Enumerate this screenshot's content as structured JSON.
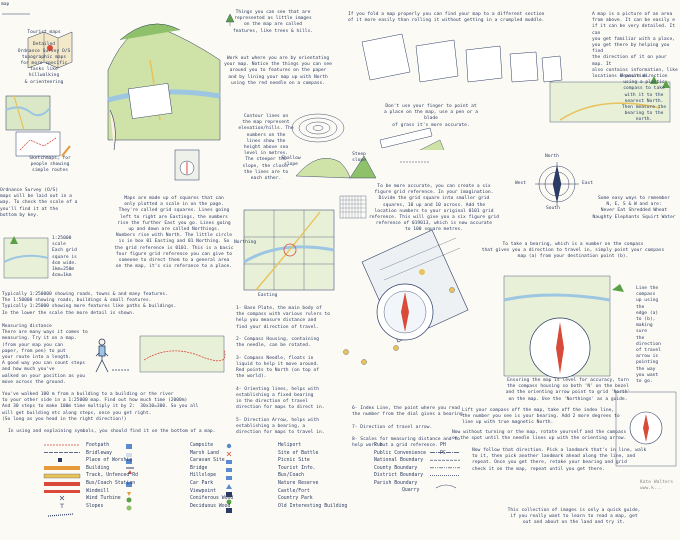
{
  "title_fragment": "map",
  "blocks": {
    "types": "Tourist maps\n\nDetailed\nOrdnance Survey O/S\ntopographic maps\nfor more specific\ntasks like\nhillwalking\n& orienteering",
    "sketch_maps": "Sketchmaps, for\npeople showing\nsimple routes",
    "os_intro": "Ordnance Survey (O/S)\nmaps will be laid out in a\nway. To check the scale of a\nyou'll find it at the\nbottom by key.",
    "scales": "1:25000\nscale\nEach grid\nsquare is\n4cm wide.\n1km=250m\n4cm=1km",
    "typical_scales": "Typically 1:250000 showing roads, towns & and many features.\nThe 1:50000 showing roads, buildings & small features.\nTypically 1:25000 showing more features like paths & buildings.\nIn the lower the scale the more detail is shown.",
    "measuring": "Measuring distance\nThere are many ways it comes to\nmeasuring. Try it on a map.\n(from your map you can\npaper, from pen) to put\nyour route into a length.\nA good way you can count steps\nand how much you've\nwalked on your position as you\nmove across the ground.",
    "pacing": "You've walked 100 m from a building to a building or the river\nto your other side in a 1:25000 map. Find out how much time (2000m)\nAnd 30 steps to make 100m time multiply it by 2:  30x10=300. So you all\nwill get building etc along steps, once you get right.\n(So long as you head in the right direction!)",
    "symbols_intro": "In using and explaining symbols, you should find it on the bottom of a map.",
    "pictures": "Things you can see that are\nrepresented as little images\non the map are called\nfeatures, like trees & hills.",
    "orient": "Work out where you are by orientating\nyour map. Notice the things you can see\naround you to features on the paper\nand by lining your map up with North\nusing the red needle on a compass.",
    "contours": "Contour lines on\nthe map represent\nelevation/hills. The\nnumbers on the\nlines show the\nheight above sea\nlevel in metres.\nThe steeper the\nslope, the closer\nthe lines are to\neach other.",
    "shallow": "Shallow\nslope",
    "steep": "Steep\nslope",
    "grid": "Maps are made up of squares that can\nonly plotted a scale in on the page.\nThey're called grid squares. Lines going\nleft to right are Eastings, the numbers\nrise the further East you go. Lines going\nup and down are called Northings.\nNumbers rise with North. The little circle\nis in box 01 Easting and 01 Northing. So\nthe grid reference is 0101. This is a basic\nfour figure grid reference you can give to\nsomeone to direct them to a general area\non the map, it's six referance to a place.",
    "fold": "If you fold a map properly you can find your map to a different section\nof it more easily than rolling it without getting in a crumpled muddle.",
    "finger": "Don't use your finger to point at\na place on the map, use a pen or a blade\nof grass it's more accurate.",
    "six_fig": "To be more accurate, you can create a six\nfigure grid reference. In your imagination.\nDivide the grid square into smaller grid\nsquares, 10 up and 10 across. Add the\nlocation numbers to your original 0101 grid\nreference. This will give you a six figure grid\nreference of 019013, which is now accurate\nto 100 square metres.",
    "compass_parts": "1- Base Plate, the main body of\nthe compass with various rulers to\nhelp you measure distance and\nfind your direction of travel.\n\n2- Compass Housing, containing\nthe needle, can be rotated.\n\n3- Compass Needle, floats in\nliquid to help it move around.\nRed points to North (on top of\nthe world).\n\n4- Orienting lines, helps with\nestablishing a fixed bearing\nin the direction of travel\ndirection for maps to direct in.\n\n5- Direction Arrow, helps with\nestablishing a bearing, a\ndirection for maps to travel in.",
    "index_lines": "6- Index Line, the point where you read\nthe number from the dial gives a bearing.\n\n7- Direction of travel arrow.\n\n8- Scales for measuring distance and to\nhelp work out a grid reference.",
    "map_def": "A map is a picture of an area\nfrom above. It can be easily e\nif it can be very detailed. It can\nyou get familiar with a place,\nyou get there by helping you find\nthe direction of it on your map. It\nalso contains information, like\nlocations & position.",
    "magnetic": "Measure direction\nusing a plastic\ncompass to take\nwith it to the\nnearest North.\nThen measure the\nbearing to the\nnorth.",
    "never_eat": "Some easy ways to remember\nN, E, S & W and are:\nNever Eat Shredded Wheat\nNaughty Elephants Squirt Water",
    "bearing": "To take a bearing, which is a number on the compass\nthat gives you a direction to travel in, simply point your compass\nmap (a) from your destination point (b).",
    "line_up": "Line the\ncompass\nup using\nthe\nedge (a)\nto (b),\nmaking\nsure\nthe\ndirection\nof travel\narrow is\npointing\nthe way\nyou want\nto go.",
    "ensure": "Ensuring the map is level for accuracy, turn\nthe compass housing so both 'N' on the bezel\nand the orienting arrow point to grid 'North'\non the map. Use the 'Northings' as a guide.",
    "lift": "Lift your compass off the map, take off the index line,\nthe number you see is your bearing. Add 2 more degrees to\nline up with true magnetic North.",
    "hold": "Now without turning or the map, rotate yourself and the compass\non the spot until the needle lines up with the orienting arrow.",
    "follow": "Now follow that direction. Pick a landmark that's in line, walk\nto it, then pick another landmark ahead along the line, and\nrepeat. Once you get there, retake your bearing and grid\ncheck it on the map, repeat until you get there.",
    "outro": "This collection of images is only a quick guide,\nif you really want to learn to read a map, get\nout and about on the land and try it.",
    "easting": "Easting",
    "northing": "Northing",
    "north_w": "North",
    "west_w": "West",
    "east_w": "East",
    "south_w": "South",
    "signature": "Kate Walters\nwww.k..."
  },
  "legend_col1": [
    "Footpath",
    "Bridleway",
    "Place of Worship",
    "Building",
    "Track, Unfenced Rd",
    "Bus/Coach Station",
    "Windmill",
    "Wind Turbine",
    "Slopes"
  ],
  "legend_col2": [
    "Campsite",
    "Marsh Land",
    "Caravan Site",
    "Bridge",
    "Hillslope",
    "Car Park",
    "Viewpoint",
    "Coniferous Wood",
    "Deciduous Wood"
  ],
  "legend_col3": [
    "Heliport",
    "Site of Battle",
    "Picnic Site",
    "Tourist Info.",
    "Bus/Coach",
    "Nature Reserve",
    "Castle/Fort",
    "Country Park",
    "Old Interesting Building"
  ],
  "legend_col4": [
    "Pub",
    "Public Convenience",
    "National Boundary",
    "County Boundary",
    "District Boundary",
    "Parish Boundary"
  ],
  "legend_col4_codes": [
    "PH",
    "PC",
    "",
    "",
    "",
    ""
  ],
  "quarry": "Quarry",
  "colors": {
    "ink": "#2b3b63",
    "green": "#8fc06a",
    "blue": "#9cc6e2",
    "road": "#e8c25a",
    "red": "#d94a3a",
    "orange": "#e89a3a"
  }
}
